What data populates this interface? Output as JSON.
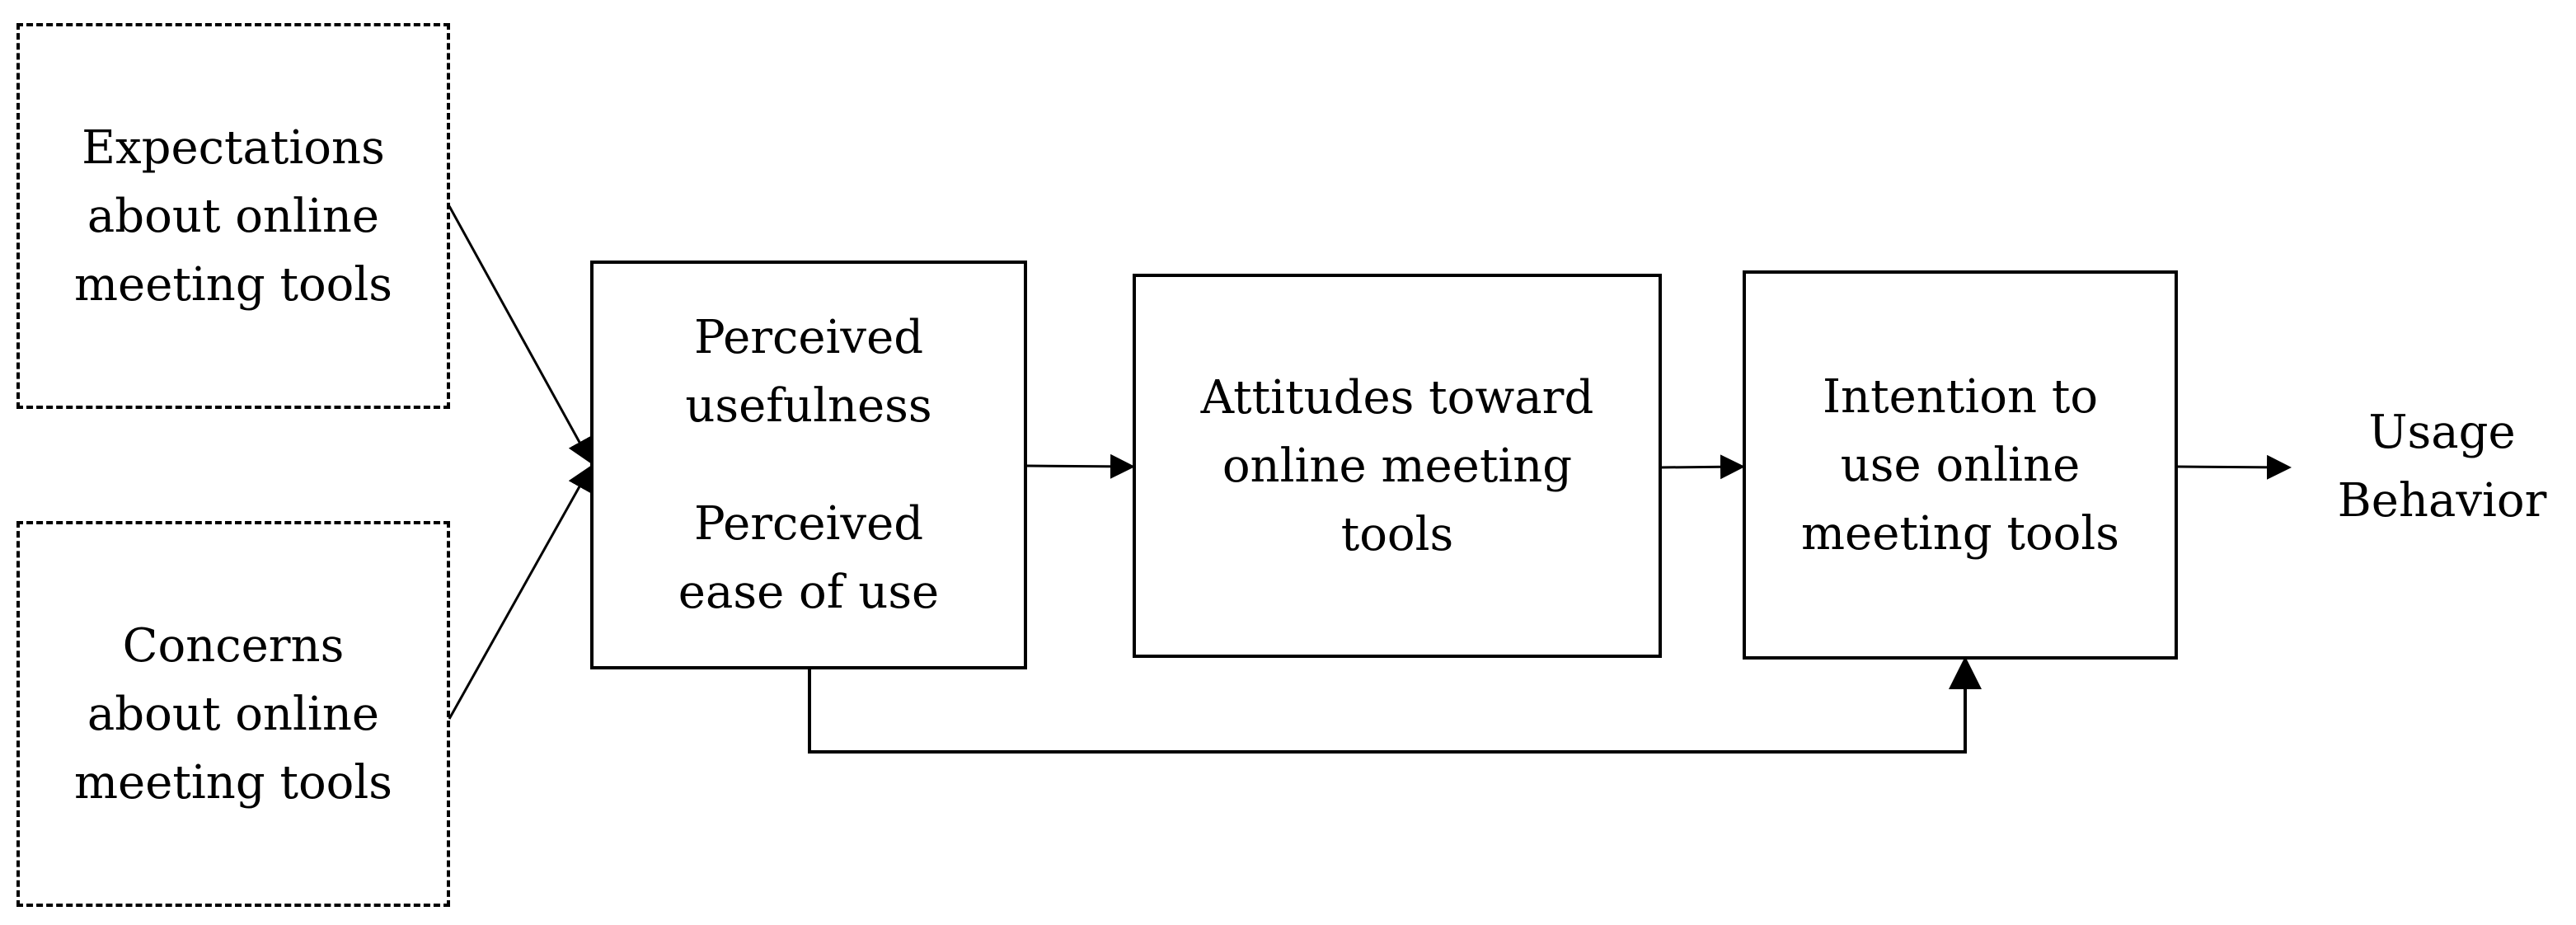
{
  "diagram": {
    "expectations": {
      "lines": [
        "Expectations",
        "about online",
        "meeting tools"
      ]
    },
    "concerns": {
      "lines": [
        "Concerns",
        "about online",
        "meeting tools"
      ]
    },
    "perceived": {
      "usefulness_lines": [
        "Perceived",
        "usefulness"
      ],
      "ease_lines": [
        "Perceived",
        "ease of use"
      ]
    },
    "attitudes": {
      "lines": [
        "Attitudes toward",
        "online meeting",
        "tools"
      ]
    },
    "intention": {
      "lines": [
        "Intention to",
        "use online",
        "meeting tools"
      ]
    },
    "usage": {
      "lines": [
        "Usage",
        "Behavior"
      ]
    },
    "colors": {
      "stroke": "#000000",
      "background": "#ffffff"
    }
  }
}
